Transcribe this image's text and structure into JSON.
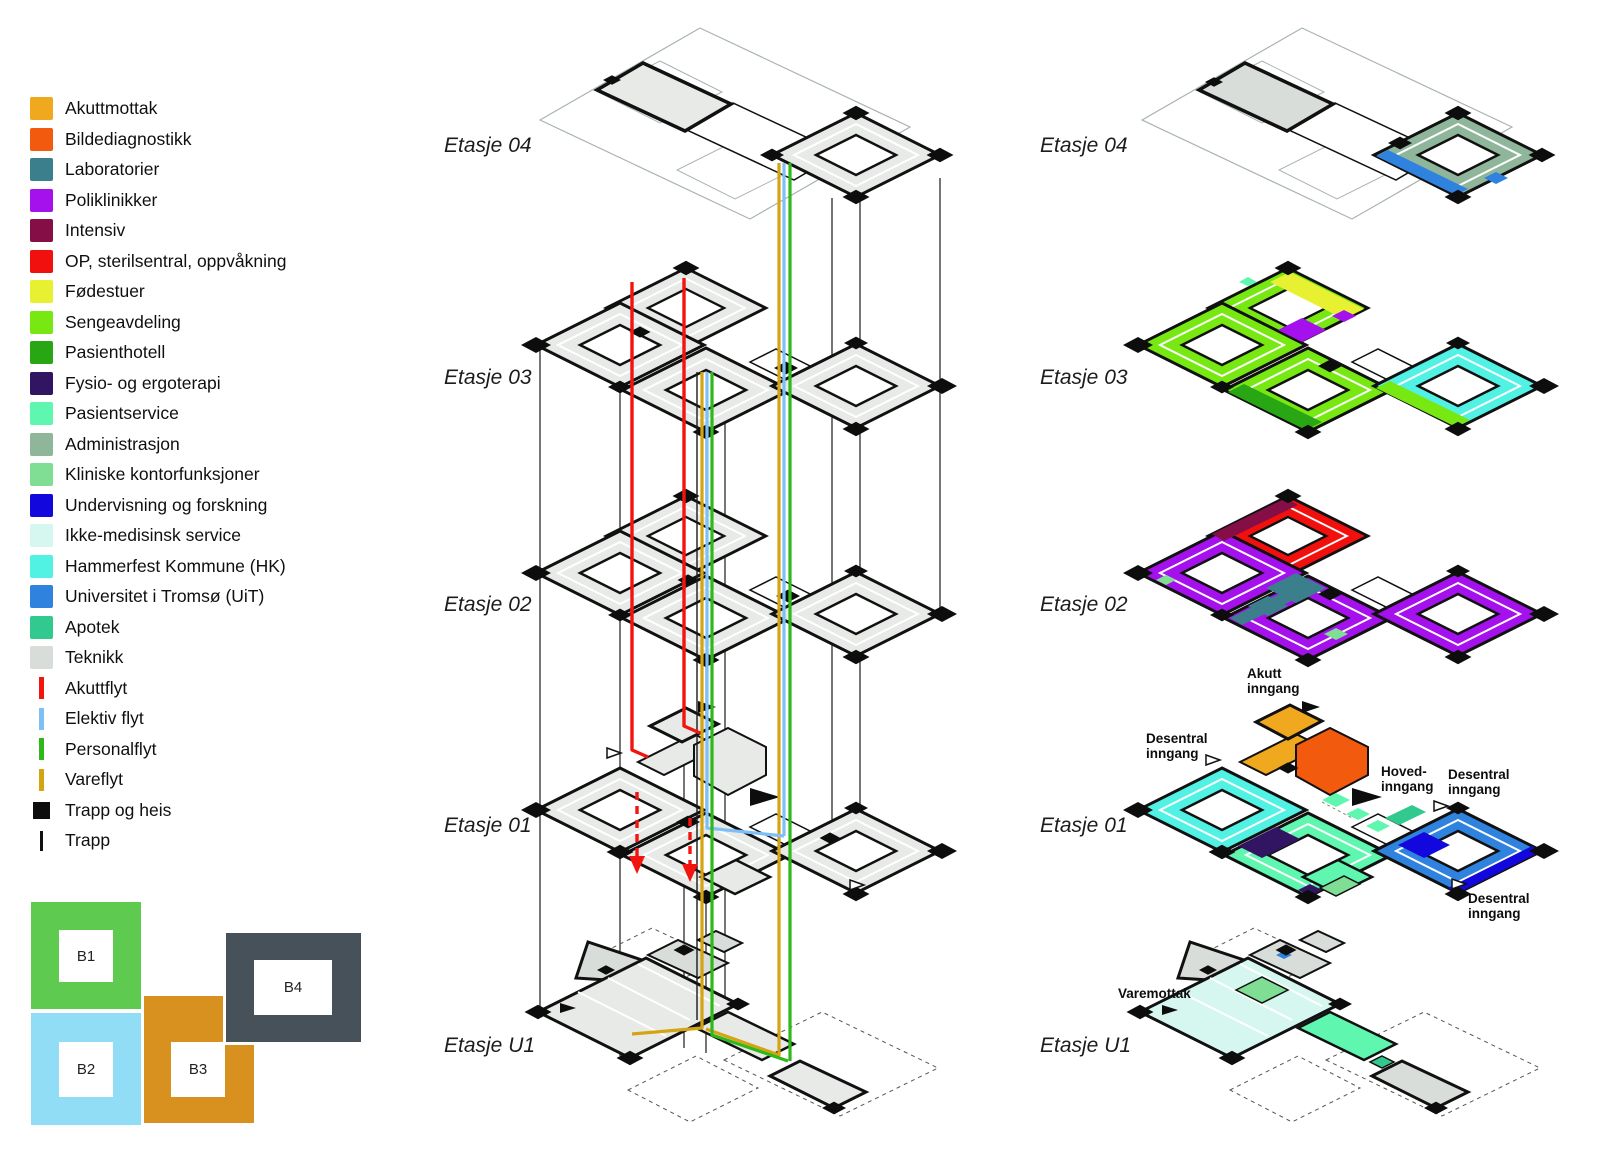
{
  "colors": {
    "akuttmottak": "#F0A81F",
    "bildediagnostikk": "#F25A0D",
    "laboratorier": "#3C7F8C",
    "poliklinikker": "#A511EC",
    "intensiv": "#850E46",
    "op": "#F2100E",
    "fodestuer": "#E8F131",
    "sengeavdeling": "#77E812",
    "pasienthotell": "#28A613",
    "fysio": "#311563",
    "pasientservice": "#5FF7B0",
    "administrasjon": "#8FB59B",
    "kliniske": "#7FDE94",
    "undervisning": "#1207DC",
    "ikkemedisinsk": "#D6F7EF",
    "hk": "#51F2E4",
    "uit": "#2F82DE",
    "apotek": "#32C98E",
    "teknikk": "#D9DDDA",
    "akuttflyt": "#F2150F",
    "elektiv": "#7EC0F5",
    "personal": "#2FB81A",
    "vare": "#D5A413",
    "trapp": "#111111",
    "b1": "#5FCA50",
    "b2": "#92DDF6",
    "b3": "#D8901F",
    "b4": "#475159",
    "plate": "#E8EAE7",
    "ghost": "#A9B3B3"
  },
  "legend": {
    "items": [
      {
        "label": "Akuttmottak",
        "color": "akuttmottak"
      },
      {
        "label": "Bildediagnostikk",
        "color": "bildediagnostikk"
      },
      {
        "label": "Laboratorier",
        "color": "laboratorier"
      },
      {
        "label": "Poliklinikker",
        "color": "poliklinikker"
      },
      {
        "label": "Intensiv",
        "color": "intensiv"
      },
      {
        "label": "OP, sterilsentral, oppvåkning",
        "color": "op"
      },
      {
        "label": "Fødestuer",
        "color": "fodestuer"
      },
      {
        "label": "Sengeavdeling",
        "color": "sengeavdeling"
      },
      {
        "label": "Pasienthotell",
        "color": "pasienthotell"
      },
      {
        "label": "Fysio- og ergoterapi",
        "color": "fysio"
      },
      {
        "label": "Pasientservice",
        "color": "pasientservice"
      },
      {
        "label": "Administrasjon",
        "color": "administrasjon"
      },
      {
        "label": "Kliniske kontorfunksjoner",
        "color": "kliniske"
      },
      {
        "label": "Undervisning og forskning",
        "color": "undervisning"
      },
      {
        "label": "Ikke-medisinsk service",
        "color": "ikkemedisinsk"
      },
      {
        "label": "Hammerfest Kommune (HK)",
        "color": "hk"
      },
      {
        "label": "Universitet i Tromsø (UiT)",
        "color": "uit"
      },
      {
        "label": "Apotek",
        "color": "apotek"
      },
      {
        "label": "Teknikk",
        "color": "teknikk"
      }
    ],
    "flows": [
      {
        "label": "Akuttflyt",
        "color": "akuttflyt"
      },
      {
        "label": "Elektiv flyt",
        "color": "elektiv"
      },
      {
        "label": "Personalflyt",
        "color": "personal"
      },
      {
        "label": "Vareflyt",
        "color": "vare"
      }
    ],
    "symbols": [
      {
        "label": "Trapp og heis",
        "type": "square"
      },
      {
        "label": "Trapp",
        "type": "line"
      }
    ]
  },
  "blocks": [
    {
      "label": "B1",
      "color": "b1"
    },
    {
      "label": "B2",
      "color": "b2"
    },
    {
      "label": "B3",
      "color": "b3"
    },
    {
      "label": "B4",
      "color": "b4"
    }
  ],
  "floors": [
    "Etasje 04",
    "Etasje 03",
    "Etasje 02",
    "Etasje 01",
    "Etasje U1"
  ],
  "annotations": {
    "akutt": [
      "Akutt",
      "inngang"
    ],
    "desentral": [
      "Desentral",
      "inngang"
    ],
    "hoved": [
      "Hoved-",
      "inngang"
    ],
    "varemottak": "Varemottak"
  }
}
